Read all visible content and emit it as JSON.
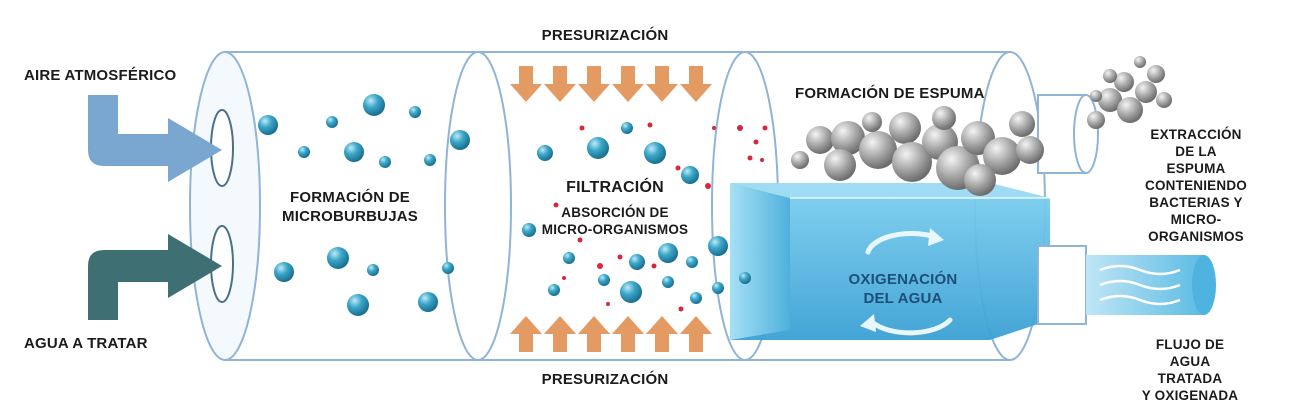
{
  "labels": {
    "presurizacion_top": "PRESURIZACIÓN",
    "presurizacion_bottom": "PRESURIZACIÓN",
    "aire_atmosferico": "AIRE ATMOSFÉRICO",
    "agua_a_tratar": "AGUA A TRATAR",
    "formacion_microburbujas": "FORMACIÓN DE\nMICROBURBUJAS",
    "filtracion": "FILTRACIÓN",
    "absorcion": "ABSORCIÓN DE\nMICRO-ORGANISMOS",
    "formacion_espuma": "FORMACIÓN DE ESPUMA",
    "oxigenacion": "OXIGENACIÓN\nDEL AGUA",
    "extraccion": "EXTRACCIÓN DE LA\nESPUMA CONTENIENDO\nBACTERIAS Y MICRO-\nORGANISMOS",
    "flujo": "FLUJO DE AGUA TRATADA\nY OXIGENADA"
  },
  "colors": {
    "outline": "#8fb4d6",
    "air_arrow": "#7aa7cf",
    "water_arrow": "#3e6f73",
    "pressure_arrow": "#e39a63",
    "bubble": "#2b93b8",
    "microorganism": "#d7263d",
    "water_tank": "#4fb3e0",
    "foam": "#a9a9a9"
  }
}
